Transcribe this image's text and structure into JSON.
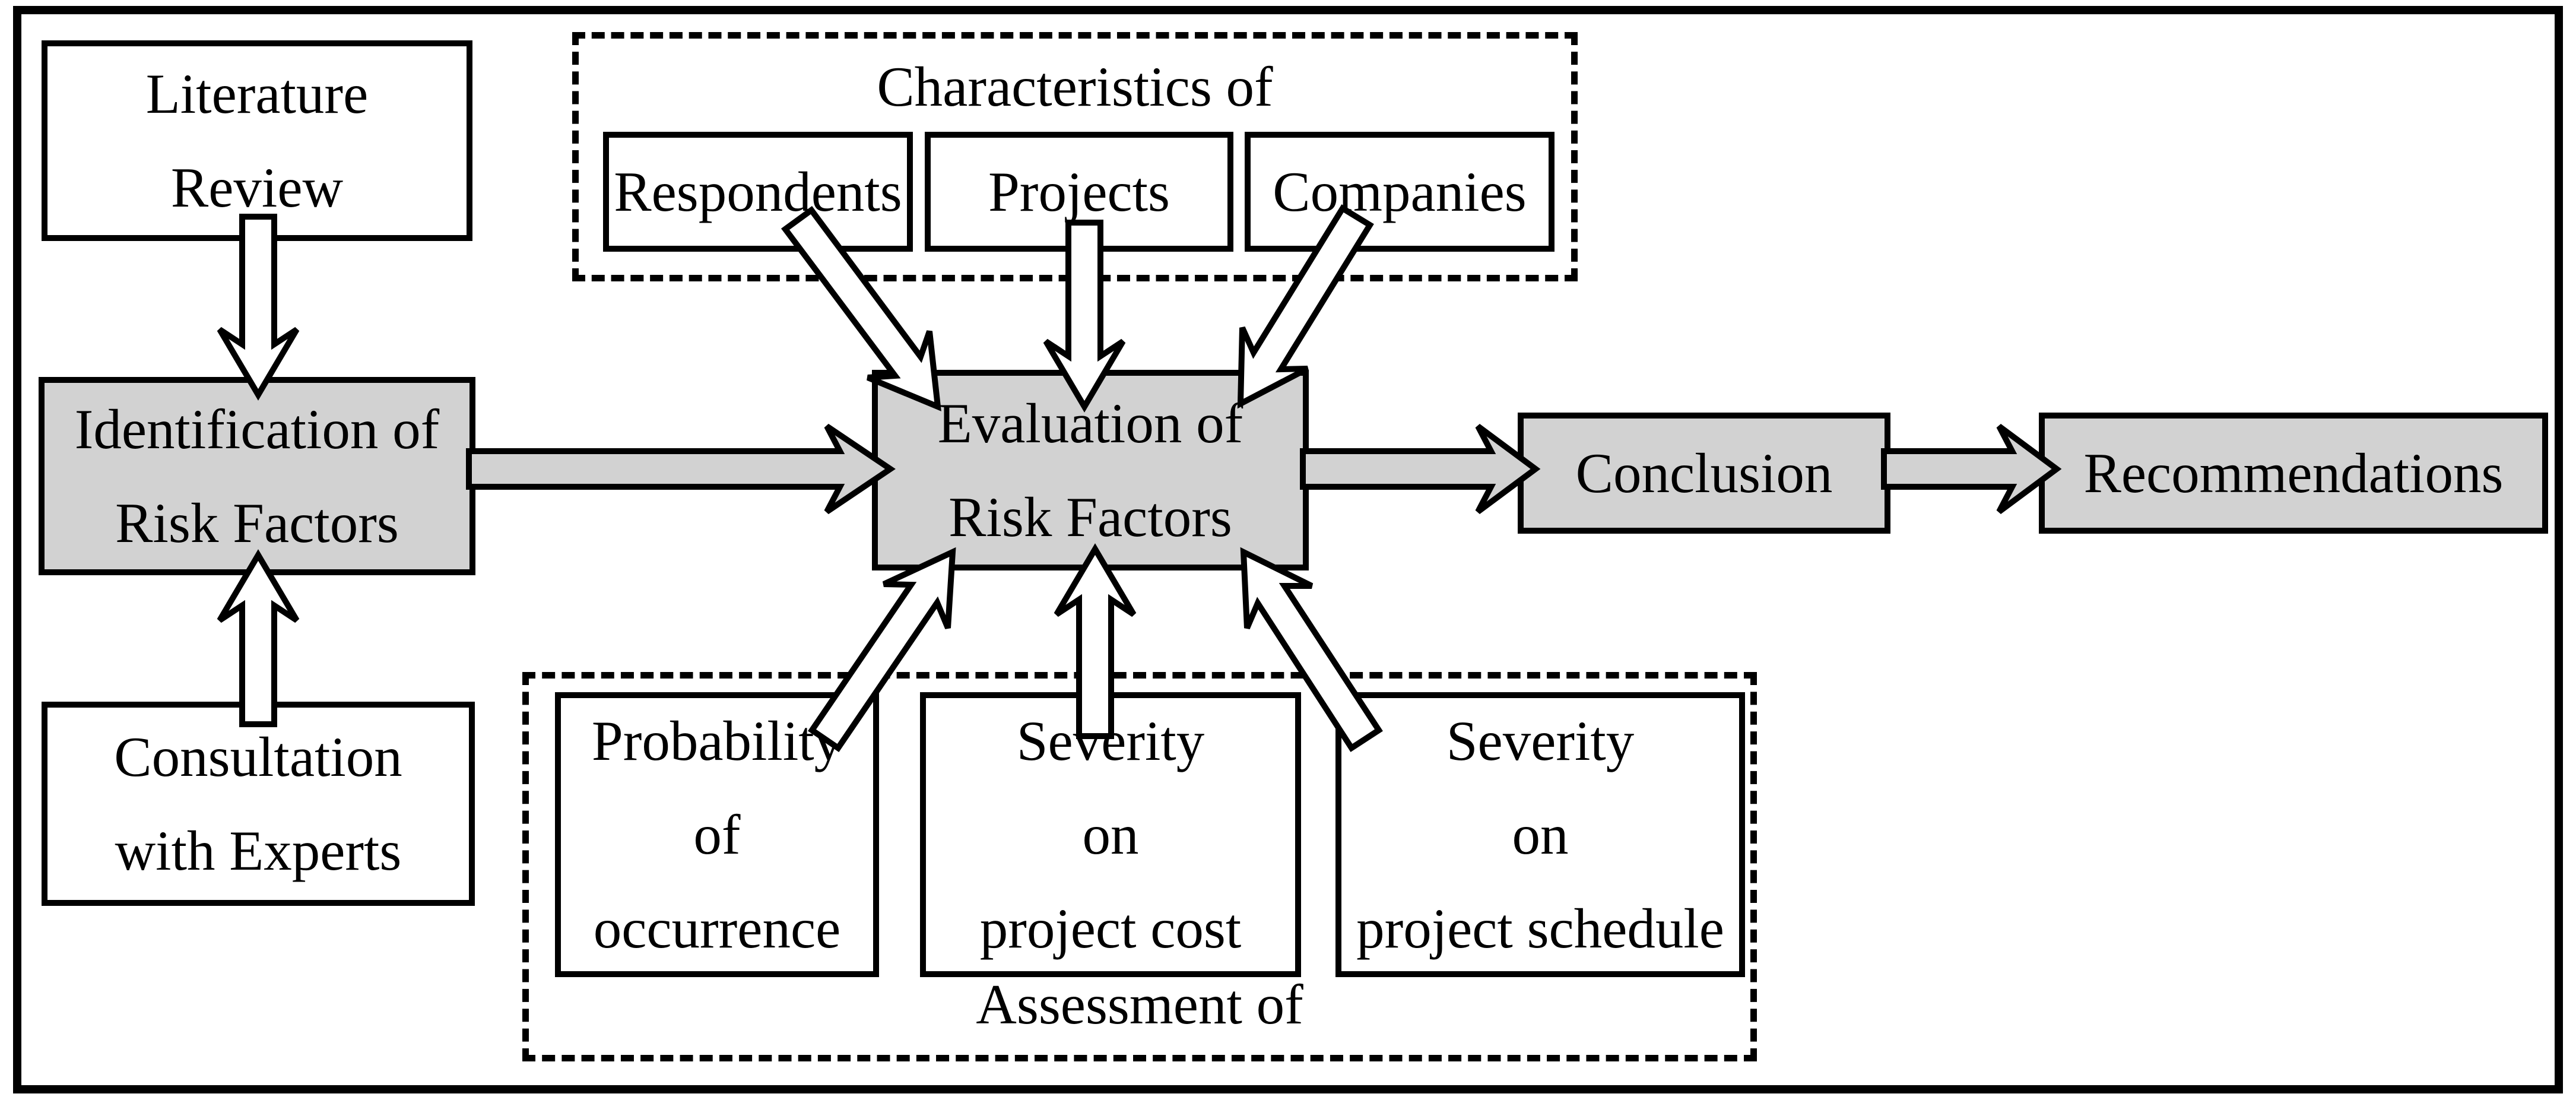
{
  "figure": {
    "type": "flowchart",
    "title": "Research methodology flow diagram",
    "nodes": {
      "literature_review": {
        "label": "Literature\nReview",
        "fill": "white"
      },
      "identification": {
        "label": "Identification of\nRisk Factors",
        "fill": "gray"
      },
      "consultation": {
        "label": "Consultation\nwith Experts",
        "fill": "white"
      },
      "respondents": {
        "label": "Respondents",
        "fill": "white"
      },
      "projects": {
        "label": "Projects",
        "fill": "white"
      },
      "companies": {
        "label": "Companies",
        "fill": "white"
      },
      "evaluation": {
        "label": "Evaluation of\nRisk Factors",
        "fill": "gray"
      },
      "conclusion": {
        "label": "Conclusion",
        "fill": "gray"
      },
      "recommendations": {
        "label": "Recommendations",
        "fill": "gray"
      },
      "probability": {
        "label": "Probability\nof\noccurrence",
        "fill": "white"
      },
      "severity_cost": {
        "label": "Severity\non\nproject cost",
        "fill": "white"
      },
      "severity_schedule": {
        "label": "Severity\non\nproject schedule",
        "fill": "white"
      }
    },
    "groups": {
      "characteristics": {
        "label": "Characteristics of",
        "members": [
          "respondents",
          "projects",
          "companies"
        ]
      },
      "assessment": {
        "label": "Assessment of",
        "members": [
          "probability",
          "severity_cost",
          "severity_schedule"
        ]
      }
    },
    "edges": [
      {
        "from": "literature_review",
        "to": "identification",
        "arrow_fill": "white"
      },
      {
        "from": "consultation",
        "to": "identification",
        "arrow_fill": "white"
      },
      {
        "from": "identification",
        "to": "evaluation",
        "arrow_fill": "gray"
      },
      {
        "from": "respondents",
        "to": "evaluation",
        "arrow_fill": "white"
      },
      {
        "from": "projects",
        "to": "evaluation",
        "arrow_fill": "white"
      },
      {
        "from": "companies",
        "to": "evaluation",
        "arrow_fill": "white"
      },
      {
        "from": "probability",
        "to": "evaluation",
        "arrow_fill": "white"
      },
      {
        "from": "severity_cost",
        "to": "evaluation",
        "arrow_fill": "white"
      },
      {
        "from": "severity_schedule",
        "to": "evaluation",
        "arrow_fill": "white"
      },
      {
        "from": "evaluation",
        "to": "conclusion",
        "arrow_fill": "gray"
      },
      {
        "from": "conclusion",
        "to": "recommendations",
        "arrow_fill": "gray"
      }
    ],
    "colors": {
      "node_fill": "#ffffff",
      "highlight_fill": "#d2d2d2",
      "line": "#000000"
    }
  }
}
